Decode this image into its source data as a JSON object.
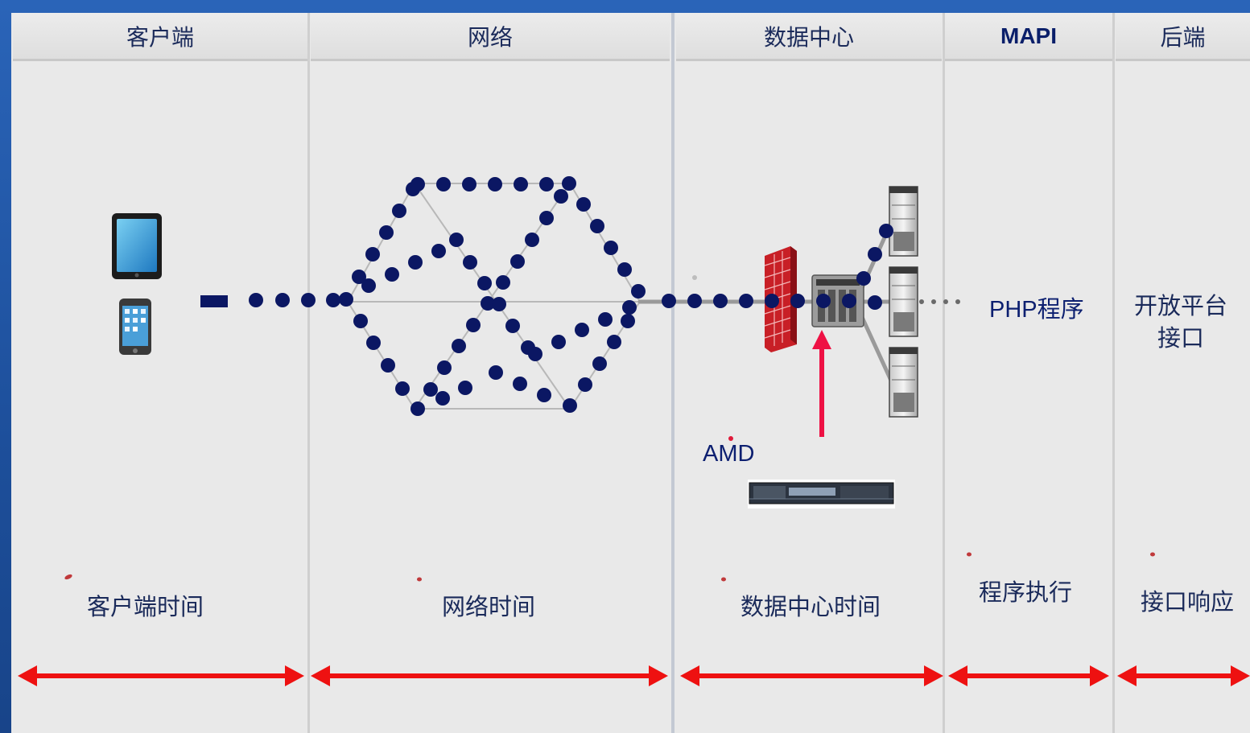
{
  "columns": {
    "client": "客户端",
    "network": "网络",
    "datacenter": "数据中心",
    "mapi": "MAPI",
    "backend": "后端"
  },
  "diagram": {
    "php_label": "PHP程序",
    "openapi_label": "开放平台接口",
    "amd_label": "AMD"
  },
  "timings": {
    "client_time": "客户端时间",
    "network_time": "网络时间",
    "datacenter_time": "数据中心时间",
    "program_exec": "程序执行",
    "api_response": "接口响应"
  },
  "colors": {
    "dots": "#0b1763",
    "arrows": "#ee1111",
    "firewall": "#d8242a",
    "upward_arrow": "#ee1144"
  }
}
